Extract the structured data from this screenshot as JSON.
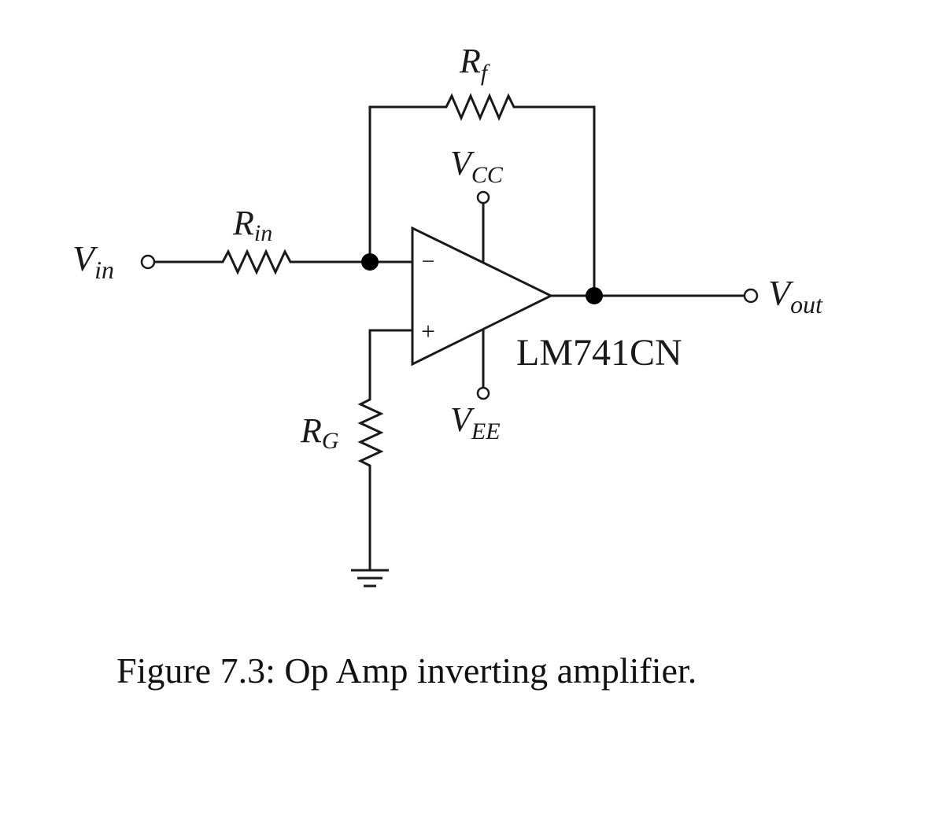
{
  "diagram": {
    "labels": {
      "vin": {
        "main": "V",
        "sub": "in"
      },
      "vout": {
        "main": "V",
        "sub": "out"
      },
      "rin": {
        "main": "R",
        "sub": "in"
      },
      "rf": {
        "main": "R",
        "sub": "f"
      },
      "rg": {
        "main": "R",
        "sub": "G"
      },
      "vcc": {
        "main": "V",
        "sub": "CC"
      },
      "vee": {
        "main": "V",
        "sub": "EE"
      },
      "opamp_part": "LM741CN",
      "minus_sign": "−",
      "plus_sign": "+"
    },
    "caption": "Figure 7.3: Op Amp inverting amplifier."
  }
}
